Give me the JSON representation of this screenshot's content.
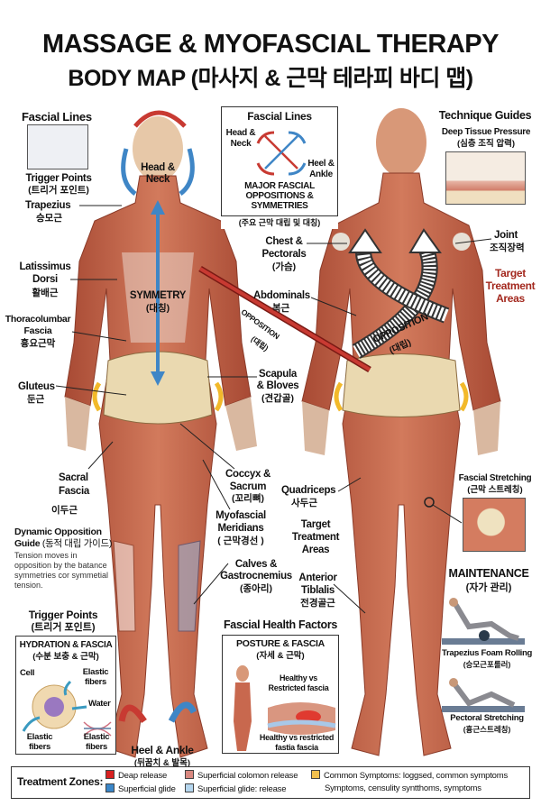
{
  "title": {
    "line1": "MASSAGE & MYOFASCIAL THERAPY",
    "line2": "BODY MAP (마사지 & 근막 테라피 바디 맵)"
  },
  "left_panel": {
    "fascial_lines": "Fascial Lines",
    "trigger_points": "Trigger Points",
    "trigger_points_ko": "(트리거 포인트)",
    "trapezius": "Trapezius",
    "trapezius_ko": "승모근",
    "latissimus_1": "Latissimus",
    "latissimus_2": "Dorsi",
    "latissimus_ko": "활배근",
    "thoracolumbar_1": "Thoracolumbar",
    "thoracolumbar_2": "Fascia",
    "thoracolumbar_ko": "흉요근막",
    "gluteus": "Gluteus",
    "gluteus_ko": "둔근",
    "sacral_1": "Sacral",
    "sacral_2": "Fascia",
    "sacral_ko": "이두근",
    "dynamic_1": "Dynamic Opposition",
    "dynamic_2": "Guide",
    "dynamic_ko": "(동적 대립 가이드)",
    "dynamic_text": "Tension moves in opposition by the batance symmetries cor symmetial tension.",
    "trigger_points_2": "Trigger Points",
    "trigger_points_2_ko": "(트리거 포인트)"
  },
  "hydration": {
    "title": "HYDRATION & FASCIA",
    "title_ko": "(수분 보충 & 근막)",
    "cell": "Cell",
    "elastic_fibers_a": "Elastic fibers",
    "water": "Water",
    "elastic_fibers_b": "Elastic fibers",
    "elastic_fibers_c": "Elastic fibers"
  },
  "back_figure": {
    "head_neck_1": "Head &",
    "head_neck_2": "Neck",
    "symmetry": "SYMMETRY",
    "symmetry_ko": "(대칭)",
    "opposition": "OPPOSITION",
    "opposition_ko": "(대립)",
    "scapula_1": "Scapula",
    "scapula_2": "& Bloves",
    "scapula_ko": "(견갑골)",
    "coccyx_1": "Coccyx &",
    "coccyx_2": "Sacrum",
    "coccyx_ko": "(꼬리뼈)",
    "myofascial_1": "Myofascial",
    "myofascial_2": "Meridians",
    "myofascial_ko": "( 근막경선 )",
    "calves_1": "Calves &",
    "calves_2": "Gastrocnemius",
    "calves_ko": "(종아리)",
    "heel_ankle": "Heel & Ankle",
    "heel_ankle_ko": "(뒤꿈치 & 발목)"
  },
  "center_box": {
    "title": "Fascial Lines",
    "head_neck_1": "Head &",
    "head_neck_2": "Neck",
    "heel_ankle_1": "Heel &",
    "heel_ankle_2": "Ankle",
    "caption_1": "MAJOR FASCIAL",
    "caption_2": "OPPOSITIONS &",
    "caption_3": "SYMMETRIES",
    "caption_ko": "(주요 근막 대립 및 대칭)"
  },
  "front_figure": {
    "chest_1": "Chest &",
    "chest_2": "Pectorals",
    "chest_ko": "(가슴)",
    "abdominals": "Abdominals",
    "abdominals_ko": "복근",
    "opposition": "OPPOSITION",
    "opposition_ko": "(대립)",
    "quadriceps": "Quadriceps",
    "quadriceps_ko": "사두근",
    "target_1": "Target",
    "target_2": "Treatment",
    "target_3": "Areas",
    "anterior_1": "Anterior",
    "anterior_2": "Tiblalis",
    "anterior_ko": "전경골근"
  },
  "health_factors": {
    "title": "Fascial Health Factors",
    "box_title": "POSTURE & FASCIA",
    "box_title_ko": "(자세 & 근막)",
    "label_1a": "Healthy vs",
    "label_1b": "Restricted fascia",
    "label_2a": "Healthy vs restricted",
    "label_2b": "fastia fascia"
  },
  "right_panel": {
    "technique_guides": "Technique Guides",
    "deep_tissue": "Deep Tissue Pressure",
    "deep_tissue_ko": "(심층 조직 압력)",
    "joint": "Joint",
    "joint_ko": "조직장력",
    "target_1": "Target",
    "target_2": "Treatment",
    "target_3": "Areas",
    "fascial_stretching": "Fascial Stretching",
    "fascial_stretching_ko": "(근막 스트레칭)",
    "maintenance": "MAINTENANCE",
    "maintenance_ko": "(자가 관리)",
    "foam_rolling": "Trapezius Foam Rolling",
    "foam_rolling_ko": "(승모근포롤러)",
    "pectoral": "Pectoral Stretching",
    "pectoral_ko": "(흉근스트레칭)"
  },
  "legend": {
    "title": "Treatment Zones:",
    "items": [
      {
        "label": "Deap release",
        "color": "#d82020"
      },
      {
        "label": "Superficial glide",
        "color": "#3a86c8"
      },
      {
        "label": "Superficial colomon release",
        "color": "#d98880"
      },
      {
        "label": "Superficial glide: release",
        "color": "#b5d6ee"
      },
      {
        "label": "Common Symptoms: loggsed, common symptoms",
        "color": "#f2c04e"
      },
      {
        "label": "Symptoms, censulity syntthoms, symptoms",
        "color": ""
      }
    ]
  },
  "colors": {
    "muscle": "#c8684e",
    "bone": "#ead9b0",
    "red_arrow": "#c83a32",
    "blue_arrow": "#3f86c6",
    "yellow_arrow": "#f2b92a",
    "target_red": "#a3281e"
  }
}
